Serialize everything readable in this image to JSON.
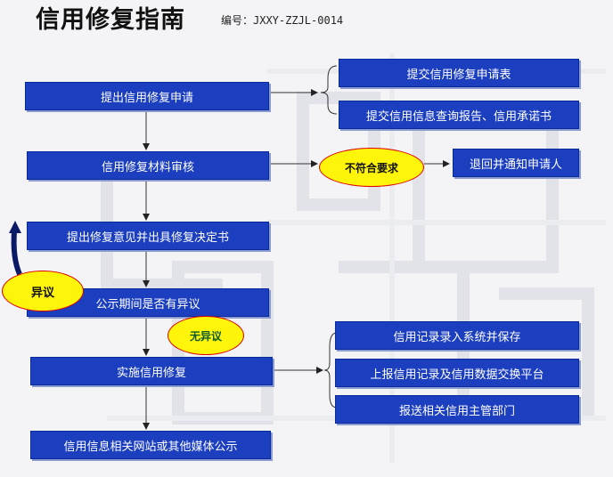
{
  "header": {
    "title": "信用修复指南",
    "code": "编号：JXXY-ZZJL-0014"
  },
  "steps": {
    "apply": "提出信用修复申请",
    "review": "信用修复材料审核",
    "decision": "提出修复意见并出具修复决定书",
    "publicity": "公示期间是否有异议",
    "implement": "实施信用修复",
    "publish": "信用信息相关网站或其他媒体公示"
  },
  "apply_branches": [
    "提交信用修复申请表",
    "提交信用信息查询报告、信用承诺书"
  ],
  "review_branch": {
    "condition": "不符合要求",
    "result": "退回并通知申请人"
  },
  "publicity_labels": {
    "objection": "异议",
    "no_objection": "无异议"
  },
  "implement_branches": [
    "信用记录录入系统并保存",
    "上报信用记录及信用数据交换平台",
    "报送相关信用主管部门"
  ],
  "colors": {
    "box_fill": "#1c3fc0",
    "oval_fill": "#fff50a",
    "oval_border": "#dd0000"
  }
}
